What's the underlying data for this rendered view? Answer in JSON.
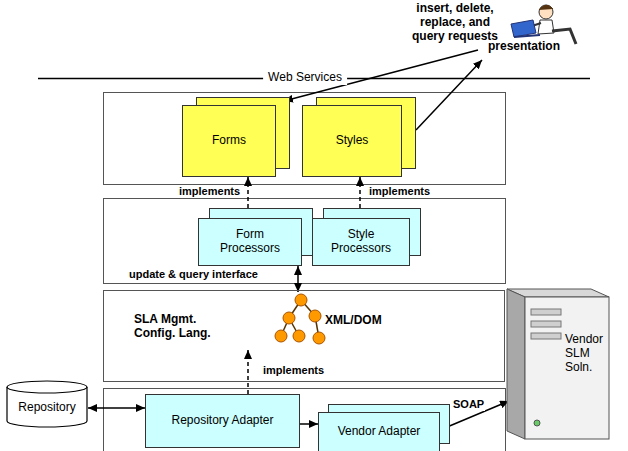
{
  "diagram": {
    "nodes": [
      {
        "text": [
          "insert, delete, replace, and query requests",
          "presentation"
        ]
      },
      {
        "text": [
          "Forms"
        ]
      },
      {
        "text": [
          "Styles"
        ]
      },
      {
        "text": [
          "Form Processors"
        ]
      },
      {
        "text": [
          "Style Processors"
        ]
      },
      {
        "text": [
          "SLA Mgmt. Config. Lang."
        ]
      },
      {
        "text": [
          "XML/DOM"
        ],
        "in": 5
      },
      {
        "text": [
          "Repository"
        ]
      },
      {
        "text": [
          "Repository Adapter"
        ]
      },
      {
        "text": [
          "Vendor Adapter"
        ]
      },
      {
        "text": [
          "Vendor SLM Soln."
        ]
      }
    ],
    "edges": [
      {
        "from": 0,
        "to": 1,
        "arrow": "to"
      },
      {
        "from": 2,
        "to": 0,
        "arrow": "to"
      },
      {
        "from": 3,
        "to": 1,
        "arrow": "to",
        "label": "implements"
      },
      {
        "from": 4,
        "to": 2,
        "arrow": "to",
        "label": "implements"
      },
      {
        "from": 3,
        "to": 6,
        "arrow": "both",
        "label": "update & query interface"
      },
      {
        "from": 8,
        "to": 5,
        "arrow": "to",
        "label": "implements"
      },
      {
        "from": 7,
        "to": 8,
        "arrow": "both"
      },
      {
        "from": 8,
        "to": 9,
        "arrow": "to"
      },
      {
        "from": 9,
        "to": 10,
        "arrow": "both",
        "label": "SOAP"
      }
    ],
    "labels": [
      "Web Services"
    ]
  }
}
